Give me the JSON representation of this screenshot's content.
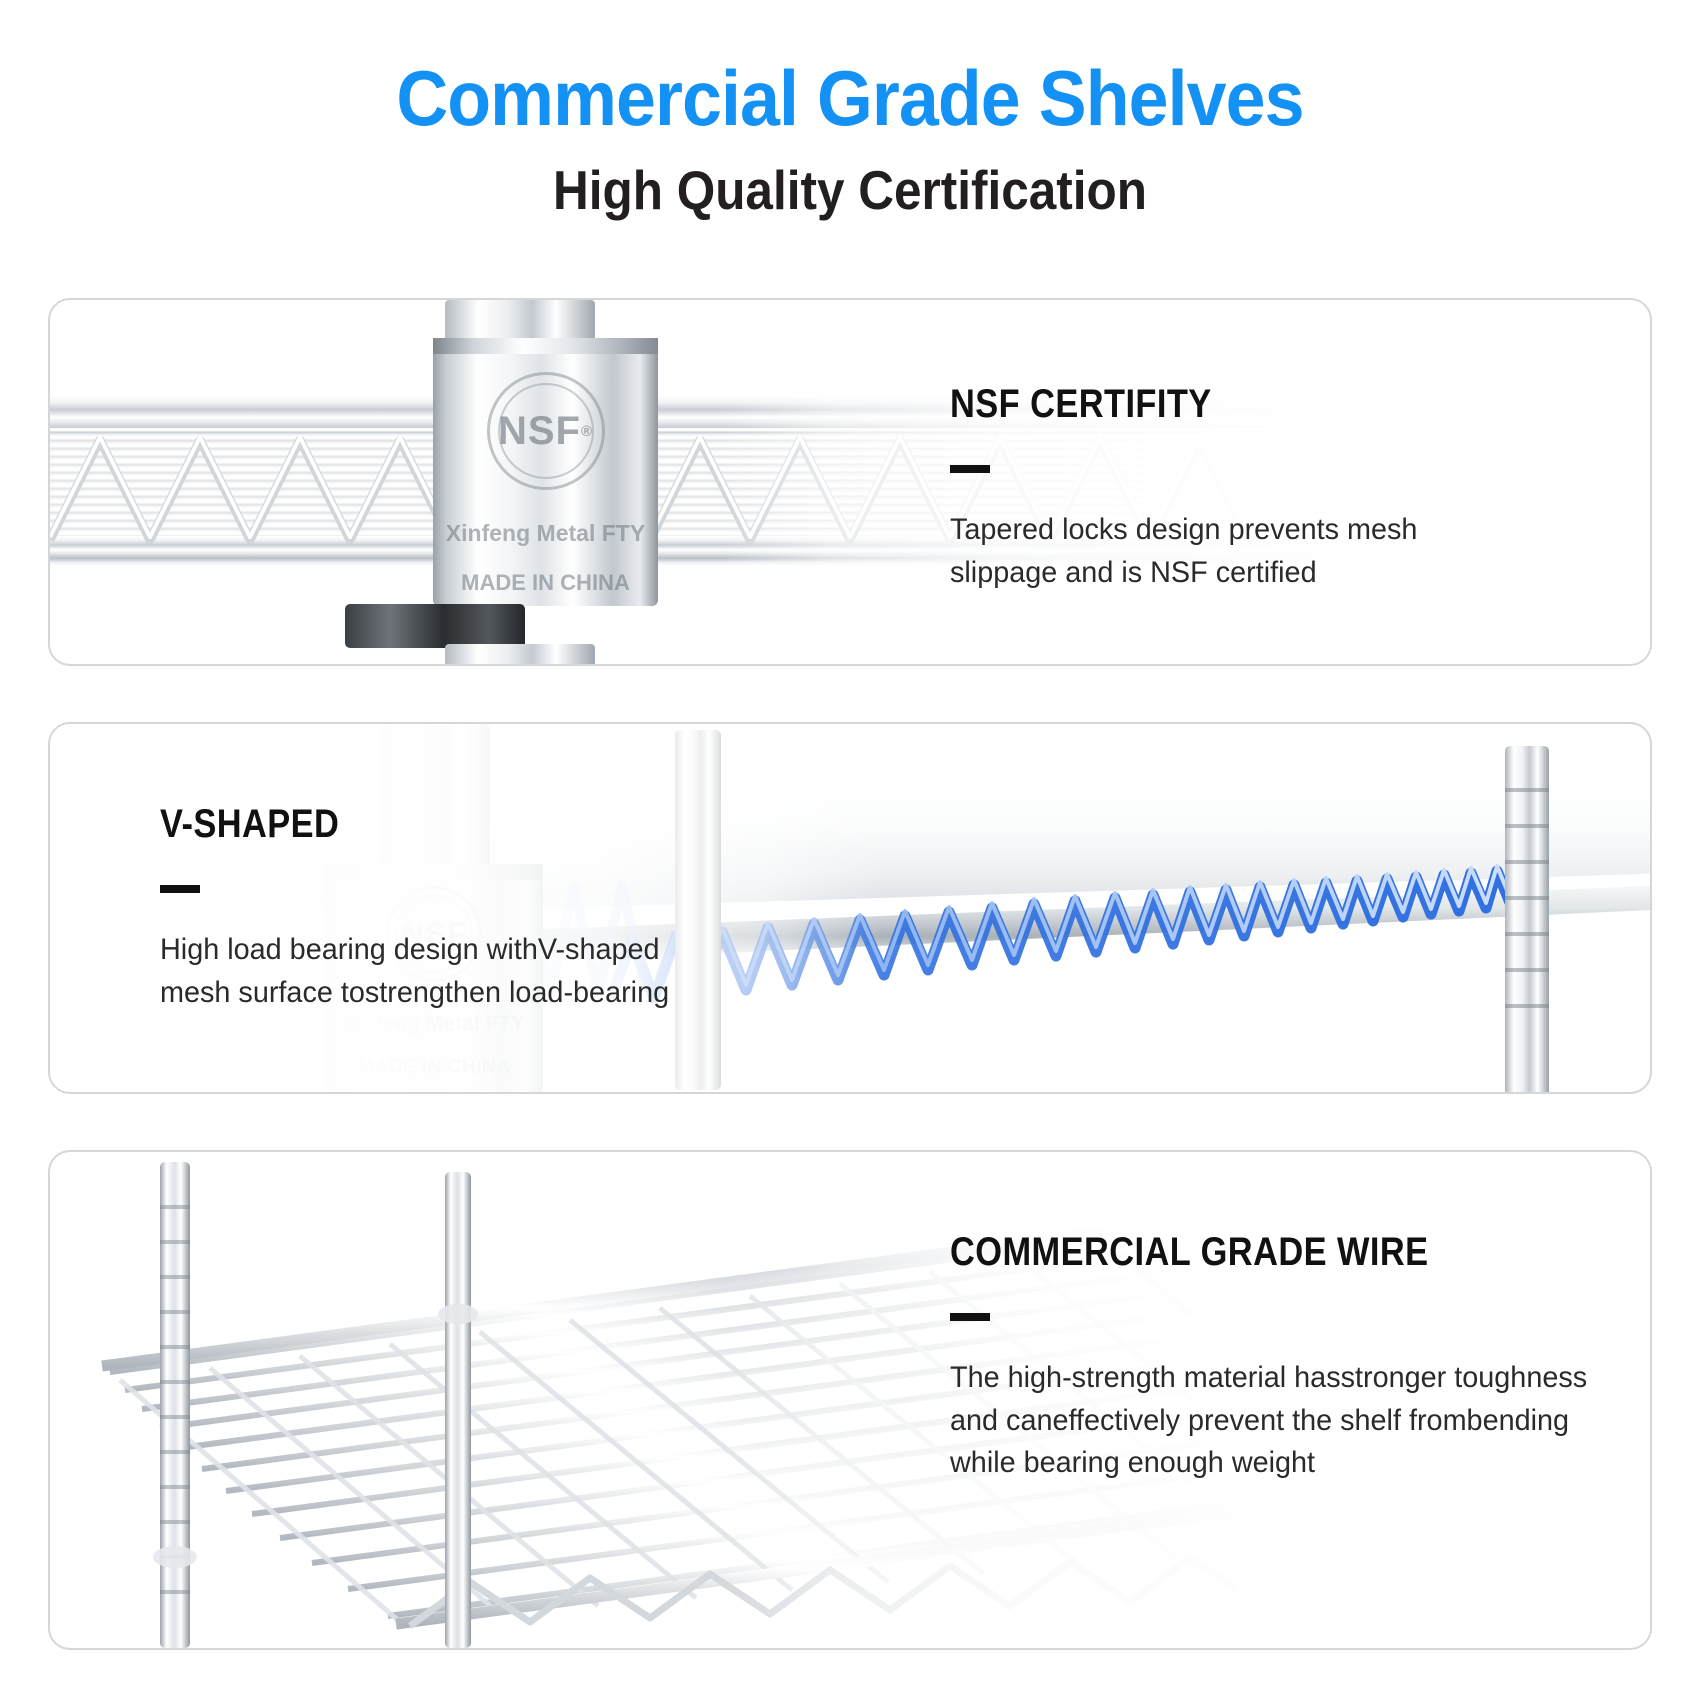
{
  "header": {
    "title": "Commercial Grade Shelves",
    "subtitle": "High Quality Certification",
    "title_color": "#1491f5",
    "subtitle_color": "#231f20"
  },
  "panels": [
    {
      "id": "panel-nsf",
      "heading": "NSF CERTIFITY",
      "body_lines": [
        "Tapered locks design prevents mesh",
        "slippage and is NSF certified"
      ],
      "image_text": {
        "nsf_logo": "NSF",
        "registered_mark": "®",
        "brand_line": "Xinfeng Metal FTY",
        "origin_line": "MADE IN CHINA"
      }
    },
    {
      "id": "panel-vshaped",
      "heading": "V-SHAPED",
      "body_lines": [
        "High load bearing design withV-shaped",
        "mesh surface tostrengthen load-bearing"
      ],
      "image_text": {
        "nsf_logo": "NSF",
        "brand_line": "Xinfeng Metal FTY",
        "origin_line": "MADE IN CHINA"
      },
      "accent_color": "#2f6fe0"
    },
    {
      "id": "panel-wire",
      "heading": "COMMERCIAL GRADE WIRE",
      "body_lines": [
        "The high-strength material hasstronger toughness",
        "and caneffectively prevent the shelf frombending",
        "while bearing enough weight"
      ]
    }
  ],
  "icons": {
    "accent_dash": "accent-dash",
    "nsf_seal": "nsf-seal-icon"
  }
}
